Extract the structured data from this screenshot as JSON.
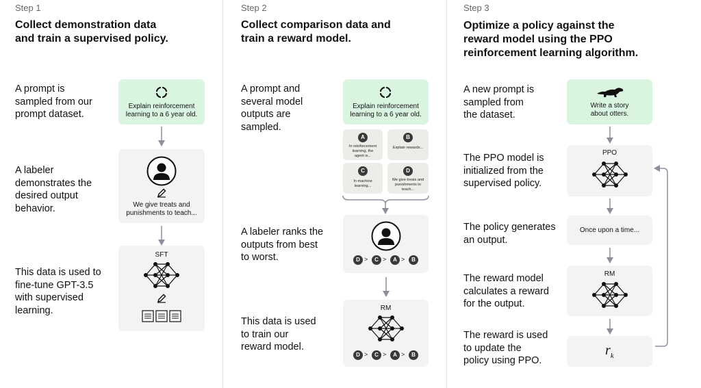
{
  "steps": [
    {
      "label": "Step 1",
      "title": "Collect demonstration data\nand train a supervised policy.",
      "descriptions": [
        "A prompt is\nsampled from our\nprompt dataset.",
        "A labeler\ndemonstrates the\ndesired output\nbehavior.",
        "This data is used to\nfine-tune GPT-3.5\nwith supervised\nlearning."
      ],
      "prompt": "Explain reinforcement\nlearning to a 6 year old.",
      "demo_output": "We give treats and\npunishments to teach...",
      "model_label": "SFT"
    },
    {
      "label": "Step 2",
      "title": "Collect comparison data and\ntrain a reward model.",
      "descriptions": [
        "A prompt and\nseveral model\noutputs are\nsampled.",
        "A labeler ranks the\noutputs from best\nto worst.",
        "This data is used\nto train our\nreward model."
      ],
      "prompt": "Explain reinforcement\nlearning to a 6 year old.",
      "outputs": [
        {
          "letter": "A",
          "text": "In reinforcement\nlearning, the\nagent is..."
        },
        {
          "letter": "B",
          "text": "Explain rewards..."
        },
        {
          "letter": "C",
          "text": "In machine\nlearning..."
        },
        {
          "letter": "D",
          "text": "We give treats and\npunishments to\nteach..."
        }
      ],
      "ranking": [
        "D",
        ">",
        "C",
        ">",
        "A",
        ">",
        "B"
      ],
      "model_label": "RM"
    },
    {
      "label": "Step 3",
      "title": "Optimize a policy against the\nreward model using the PPO\nreinforcement learning algorithm.",
      "descriptions": [
        "A new prompt is\nsampled from\nthe dataset.",
        "The PPO model is\ninitialized from the\nsupervised policy.",
        "The policy generates\nan output.",
        "The reward model\ncalculates a reward\nfor the output.",
        "The reward is used\nto update the\npolicy using PPO."
      ],
      "prompt": "Write a story\nabout otters.",
      "ppo_label": "PPO",
      "output": "Once upon a time...",
      "rm_label": "RM",
      "reward_symbol": "r",
      "reward_subscript": "k"
    }
  ],
  "colors": {
    "prompt_box": "#d9f5df",
    "box": "#f3f3f1",
    "arrow": "#8b8f9c",
    "badge": "#3a3a3a"
  },
  "icons": [
    "refresh-icon",
    "labeler-icon",
    "pencil-icon",
    "neural-network-icon",
    "document-icon",
    "otter-icon"
  ]
}
